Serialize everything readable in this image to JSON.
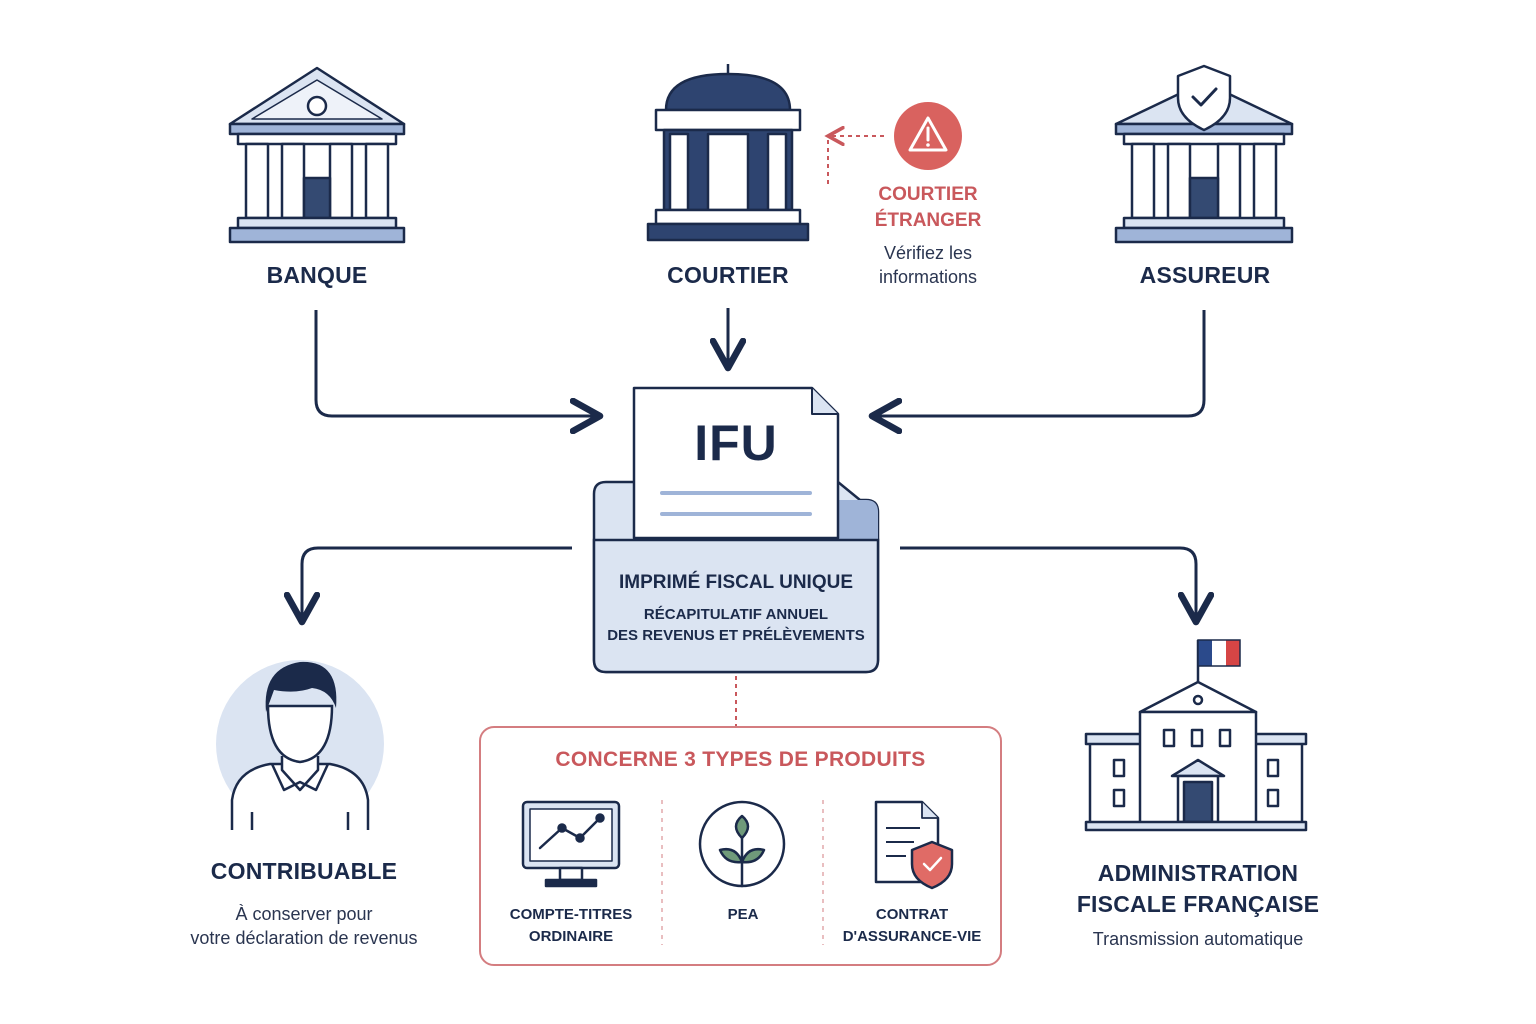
{
  "sources": {
    "bank": {
      "label": "BANQUE"
    },
    "broker": {
      "label": "COURTIER"
    },
    "insurer": {
      "label": "ASSUREUR"
    }
  },
  "warning": {
    "title_line1": "COURTIER",
    "title_line2": "ÉTRANGER",
    "text_line1": "Vérifiez les",
    "text_line2": "informations"
  },
  "document": {
    "acronym": "IFU",
    "title": "IMPRIMÉ FISCAL UNIQUE",
    "subtitle_line1": "RÉCAPITULATIF ANNUEL",
    "subtitle_line2": "DES REVENUS ET PRÉLÈVEMENTS"
  },
  "taxpayer": {
    "title": "CONTRIBUABLE",
    "text_line1": "À conserver pour",
    "text_line2": "votre déclaration de revenus"
  },
  "administration": {
    "title_line1": "ADMINISTRATION",
    "title_line2": "FISCALE FRANÇAISE",
    "text": "Transmission automatique"
  },
  "products": {
    "heading": "CONCERNE 3 TYPES DE PRODUITS",
    "items": [
      {
        "line1": "COMPTE-TITRES",
        "line2": "ORDINAIRE",
        "icon": "chart-monitor-icon"
      },
      {
        "line1": "PEA",
        "line2": "",
        "icon": "plant-icon"
      },
      {
        "line1": "CONTRAT",
        "line2": "D'ASSURANCE-VIE",
        "icon": "contract-shield-icon"
      }
    ]
  },
  "colors": {
    "navy": "#1b2a4a",
    "light_blue": "#dbe4f2",
    "mid_blue": "#9fb4d8",
    "alert_red": "#c9585c"
  }
}
